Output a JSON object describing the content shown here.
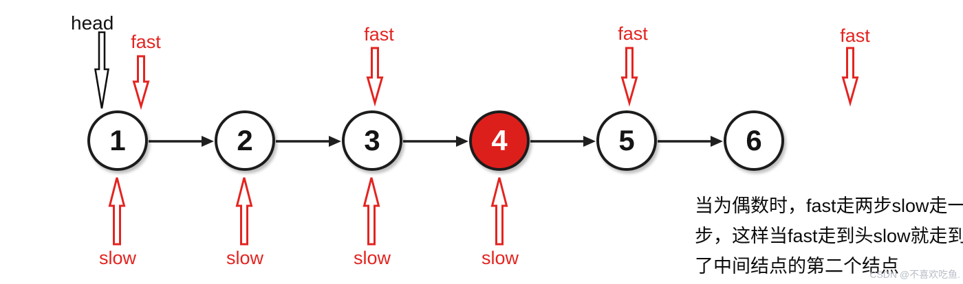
{
  "colors": {
    "pointer-red": "#e32420",
    "node-highlight": "#dd1f1c",
    "watermark-gray": "#b9bdc6"
  },
  "diagram": {
    "type": "singly-linked-list-two-pointer",
    "head_label": "head",
    "nodes": [
      {
        "value": "1",
        "highlighted": false
      },
      {
        "value": "2",
        "highlighted": false
      },
      {
        "value": "3",
        "highlighted": false
      },
      {
        "value": "4",
        "highlighted": true
      },
      {
        "value": "5",
        "highlighted": false
      },
      {
        "value": "6",
        "highlighted": false
      }
    ],
    "fast_pointers": [
      {
        "label": "fast",
        "points_at": "node-1"
      },
      {
        "label": "fast",
        "points_at": "node-3"
      },
      {
        "label": "fast",
        "points_at": "node-5"
      },
      {
        "label": "fast",
        "points_at": "past-end"
      }
    ],
    "slow_pointers": [
      {
        "label": "slow",
        "points_at": "node-1"
      },
      {
        "label": "slow",
        "points_at": "node-2"
      },
      {
        "label": "slow",
        "points_at": "node-3"
      },
      {
        "label": "slow",
        "points_at": "node-4"
      }
    ]
  },
  "annotation": {
    "lines": [
      "当为偶数时，fast走两步slow走一",
      "步，这样当fast走到头slow就走到",
      "了中间结点的第二个结点"
    ]
  },
  "watermark": "CSDN @不喜欢吃鱼."
}
